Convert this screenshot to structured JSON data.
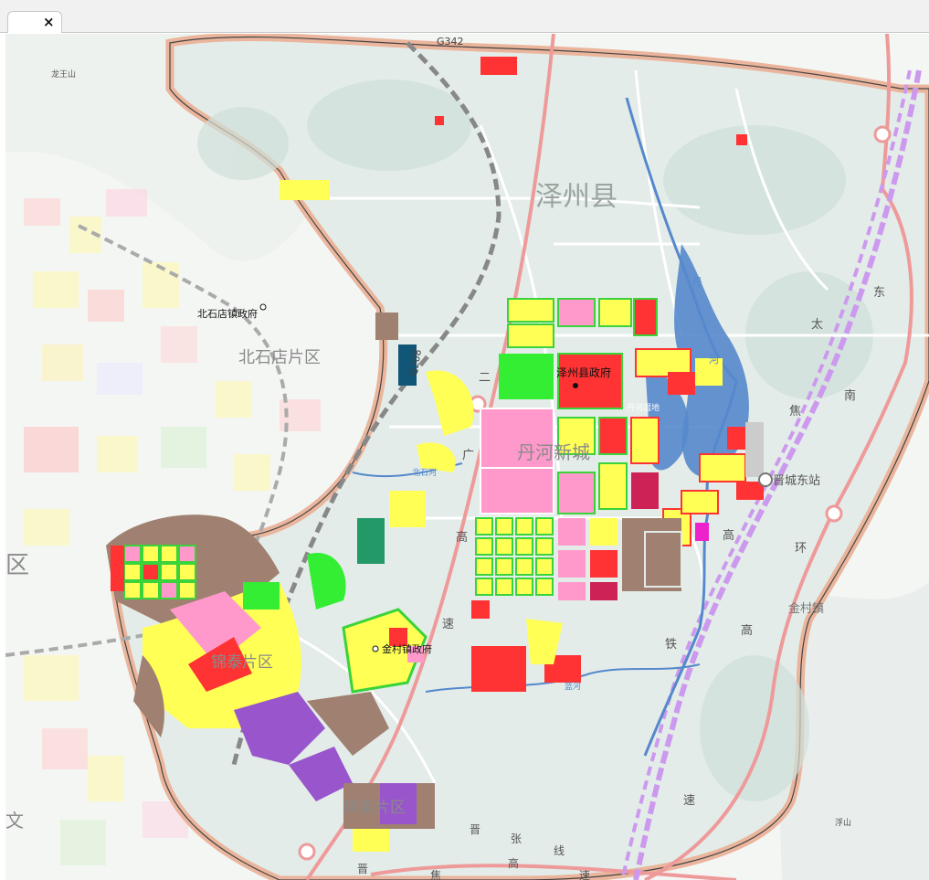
{
  "tab": {
    "close_glyph": "×"
  },
  "colors": {
    "residential": "#ffff55",
    "commercial": "#ff3333",
    "public_service": "#ff99cc",
    "green": "#33ee33",
    "industrial": "#a08070",
    "logistics": "#9955cc",
    "water": "#5588cc",
    "boundary": "#e8b49a",
    "railway": "#cc99ee",
    "highway": "#ee8888"
  },
  "map": {
    "county": "泽州县",
    "gov_zezhou": "泽州县政府",
    "new_city": "丹河新城",
    "wetland": "丹河湿地",
    "river_danhe_label": "河",
    "river_danhe_label2": "丹",
    "beishidian_gov": "北石店镇政府",
    "beishidian_area": "北石店片区",
    "river_beishi": "北石河",
    "jinmiao_area": "锦泰片区",
    "jincun_gov": "金村镇政府",
    "jincun_town": "金村镇",
    "liuquan_area": "柳泉片区",
    "station": "晋城东站",
    "mountain_longwang": "龙王山",
    "mountain_fu": "浮山",
    "river_south": "蓝河",
    "road_g342": "G342",
    "road_g208": "G208",
    "left_edge_char": "区",
    "bottom_left_char": "文",
    "rail_chars": [
      "太",
      "焦",
      "高",
      "铁"
    ],
    "ring_chars": [
      "东",
      "南",
      "环",
      "高",
      "速"
    ],
    "expressway_chars": [
      "二",
      "广",
      "高",
      "速"
    ],
    "jinzhang_chars": [
      "晋",
      "张",
      "线"
    ],
    "bottom_chars": [
      "晋",
      "焦",
      "高",
      "速"
    ],
    "south_char": "速"
  }
}
